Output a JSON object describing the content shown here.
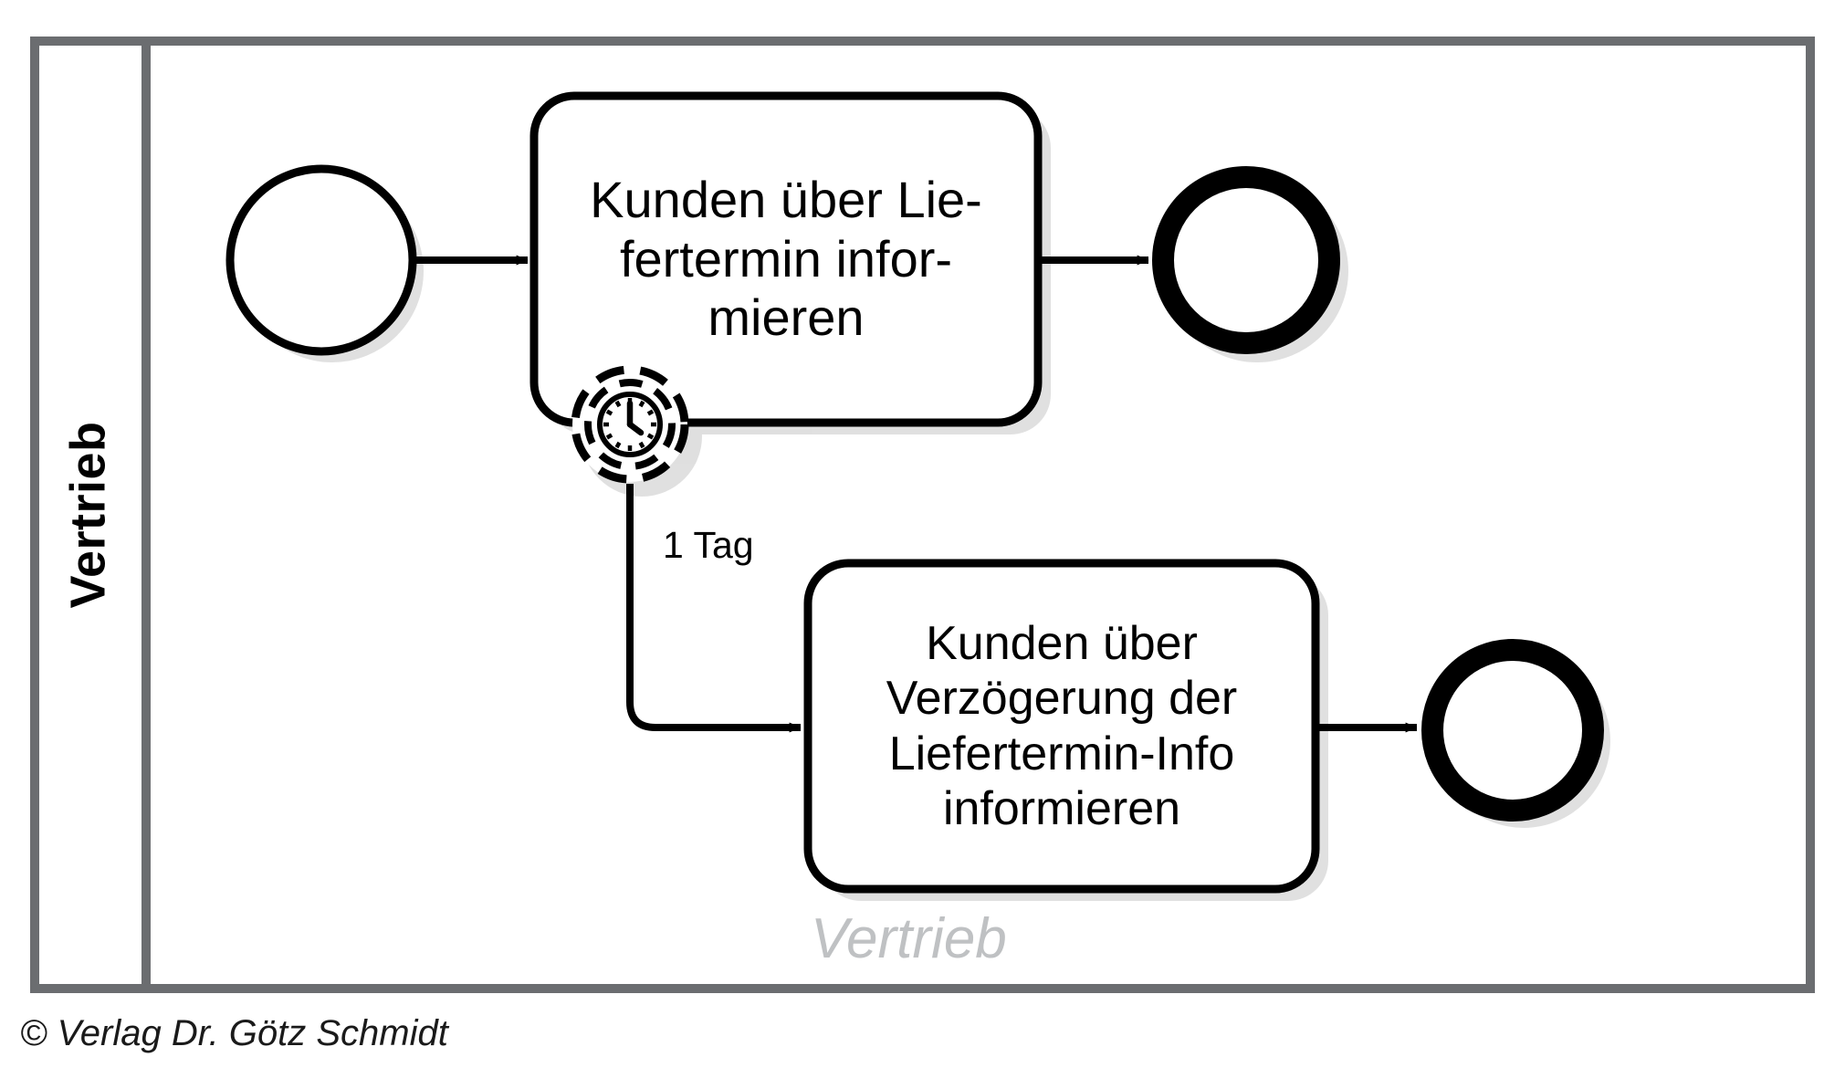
{
  "diagram": {
    "type": "bpmn-process-diagram",
    "title": "Vertrieb",
    "pool": {
      "lane_label": "Vertrieb",
      "watermark_label": "Vertrieb",
      "border_color": "#6b6d70",
      "background_color": "#ffffff",
      "watermark_color": "#bfc1c3"
    },
    "elements": [
      {
        "id": "start-event-1",
        "kind": "start-event",
        "shape": "circle-thin",
        "label": ""
      },
      {
        "id": "task-1",
        "kind": "task",
        "shape": "rounded-rectangle",
        "label_lines": [
          "Kunden über Lie-",
          "fertermin infor-",
          "mieren"
        ],
        "label": "Kunden über Liefertermin informieren"
      },
      {
        "id": "boundary-timer-1",
        "kind": "boundary-timer-event",
        "shape": "double-dashed-circle-clock",
        "interrupting": false,
        "attached_to": "task-1",
        "label": "1 Tag"
      },
      {
        "id": "end-event-1",
        "kind": "end-event",
        "shape": "circle-thick",
        "label": ""
      },
      {
        "id": "task-2",
        "kind": "task",
        "shape": "rounded-rectangle",
        "label_lines": [
          "Kunden über",
          "Verzögerung der",
          "Liefertermin-Info",
          "informieren"
        ],
        "label": "Kunden über Verzögerung der Liefertermin-Info informieren"
      },
      {
        "id": "end-event-2",
        "kind": "end-event",
        "shape": "circle-thick",
        "label": ""
      }
    ],
    "flows": [
      {
        "id": "flow-1",
        "from": "start-event-1",
        "to": "task-1",
        "label": ""
      },
      {
        "id": "flow-2",
        "from": "task-1",
        "to": "end-event-1",
        "label": ""
      },
      {
        "id": "flow-3",
        "from": "boundary-timer-1",
        "to": "task-2",
        "label": "1 Tag"
      },
      {
        "id": "flow-4",
        "from": "task-2",
        "to": "end-event-2",
        "label": ""
      }
    ],
    "timer_duration": "1 Tag"
  },
  "task1": {
    "line1": "Kunden über Lie-",
    "line2": "fertermin infor-",
    "line3": "mieren"
  },
  "task2": {
    "line1": "Kunden über",
    "line2": "Verzögerung der",
    "line3": "Liefertermin-Info",
    "line4": "informieren"
  },
  "labels": {
    "lane": "Vertrieb",
    "watermark": "Vertrieb",
    "timer_duration": "1 Tag",
    "copyright": "© Verlag Dr. Götz Schmidt"
  }
}
